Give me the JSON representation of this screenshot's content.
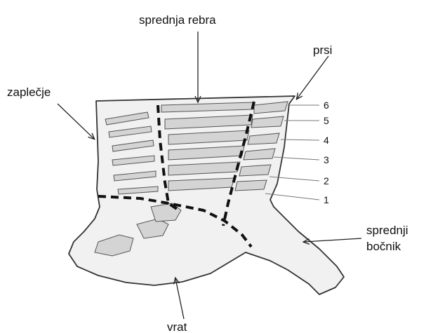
{
  "labels": {
    "spredna_rebra": "sprednja rebra",
    "prsi": "prsi",
    "zaplecje": "zaplečje",
    "spredni_bocnik_line1": "sprednji",
    "spredni_bocnik_line2": "bočnik",
    "vrat": "vrat"
  },
  "rib_numbers": [
    "6",
    "5",
    "4",
    "3",
    "2",
    "1"
  ],
  "colors": {
    "outline": "#333333",
    "cut_lines": "#111111",
    "fill": "#f1f1f1",
    "bone": "#d4d4d4"
  }
}
